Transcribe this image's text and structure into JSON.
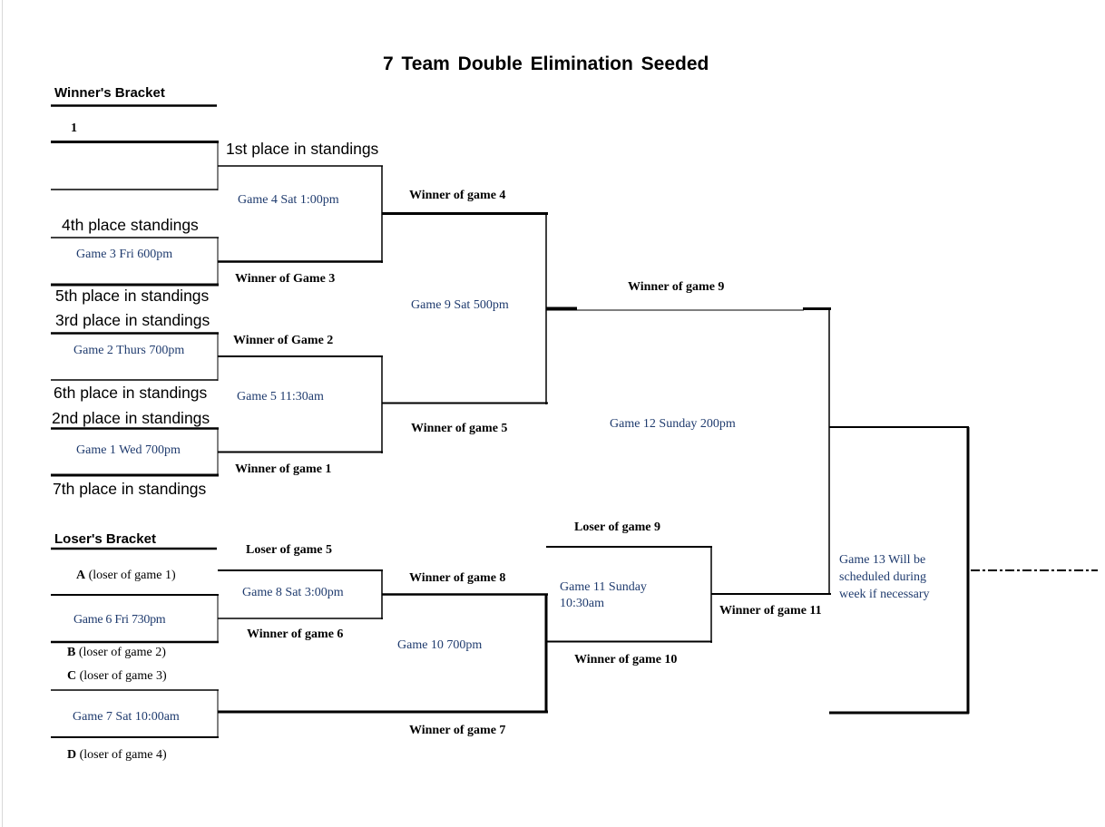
{
  "title": "7 Team  Double  Elimination Seeded",
  "sections": {
    "winners": "Winner's Bracket",
    "losers": "Loser's Bracket"
  },
  "seed_one": "1",
  "standings": {
    "s1": "1st place in standings",
    "s4": "4th place standings",
    "s5": "5th place in standings",
    "s3": "3rd place in standings",
    "s6": "6th place in standings",
    "s2": "2nd place in standings",
    "s7": "7th place in standings"
  },
  "games": {
    "g1": "Game 1 Wed 700pm",
    "g2": "Game 2 Thurs 700pm",
    "g3": "Game 3 Fri 600pm",
    "g4": "Game 4 Sat 1:00pm",
    "g5": "Game 5 11:30am",
    "g6": "Game 6 Fri 730pm",
    "g7": "Game 7 Sat 10:00am",
    "g8": "Game 8 Sat 3:00pm",
    "g9": "Game 9 Sat 500pm",
    "g10": "Game 10 700pm",
    "g11": "Game 11 Sunday 10:30am",
    "g12": "Game 12 Sunday 200pm",
    "g13": "Game 13 Will be scheduled during week if necessary"
  },
  "results": {
    "w_g1": "Winner of game 1",
    "w_g2": "Winner of Game 2",
    "w_g3": "Winner of Game 3",
    "w_g4": "Winner of game 4",
    "w_g5": "Winner of game 5",
    "w_g6": "Winner of game 6",
    "w_g7": "Winner of game 7",
    "w_g8": "Winner of game 8",
    "w_g9": "Winner of game 9",
    "w_g10": "Winner of game 10",
    "w_g11": "Winner of game 11",
    "l_g5": "Loser of game 5",
    "l_g9": "Loser of game 9"
  },
  "losers_entries": {
    "a_letter": "A",
    "a_text": " (loser of game 1)",
    "b_letter": "B",
    "b_text": " (loser of game 2)",
    "c_letter": "C",
    "c_text": " (loser of game 3)",
    "d_letter": "D",
    "d_text": " (loser of game 4)"
  }
}
